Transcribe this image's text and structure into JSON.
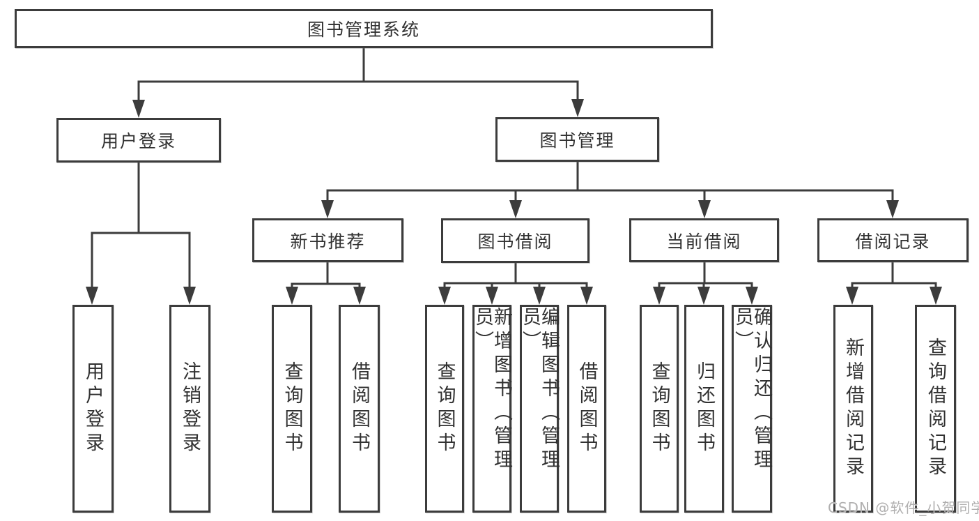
{
  "tree": {
    "root": "图书管理系统",
    "login": {
      "label": "用户登录",
      "children": [
        "用户登录",
        "注销登录"
      ]
    },
    "management": {
      "label": "图书管理",
      "groups": [
        {
          "label": "新书推荐",
          "children": [
            "查询图书",
            "借阅图书"
          ]
        },
        {
          "label": "图书借阅",
          "children": [
            "查询图书",
            "新增图书（管理员）",
            "编辑图书（管理员）",
            "借阅图书"
          ]
        },
        {
          "label": "当前借阅",
          "children": [
            "查询图书",
            "归还图书",
            "确认归还（管理员）"
          ]
        },
        {
          "label": "借阅记录",
          "children": [
            "新增借阅记录",
            "查询借阅记录"
          ]
        }
      ]
    }
  },
  "watermark": "CSDN @软件_小贺同学",
  "colors": {
    "line": "#3c3c3c",
    "text": "#313131",
    "watermark": "#b0afaf",
    "background": "#ffffff"
  }
}
